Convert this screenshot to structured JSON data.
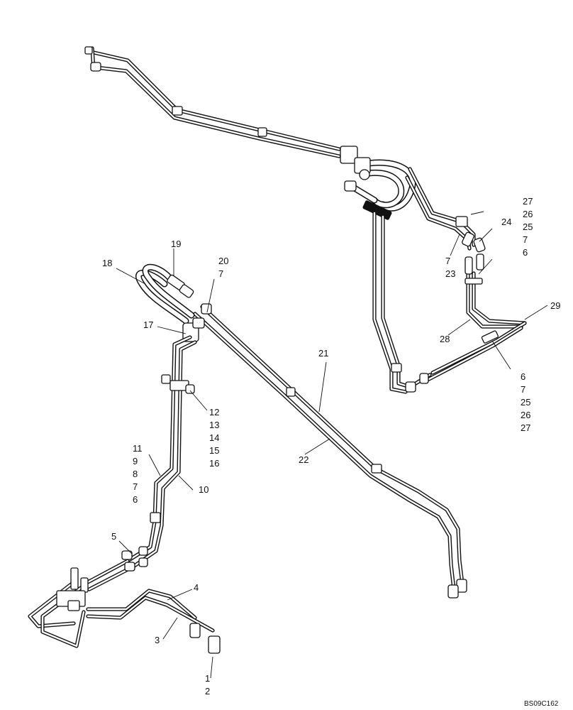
{
  "drawing_code": "BS09C162",
  "callouts": [
    {
      "id": "c1",
      "lines": [
        "27",
        "26",
        "25",
        "7",
        "6"
      ]
    },
    {
      "id": "c2",
      "lines": [
        "24"
      ]
    },
    {
      "id": "c3",
      "lines": [
        "7",
        "23"
      ]
    },
    {
      "id": "c4",
      "lines": [
        "29"
      ]
    },
    {
      "id": "c5",
      "lines": [
        "28"
      ]
    },
    {
      "id": "c6",
      "lines": [
        "6",
        "7",
        "25",
        "26",
        "27"
      ]
    },
    {
      "id": "c7",
      "lines": [
        "19"
      ]
    },
    {
      "id": "c8",
      "lines": [
        "18"
      ]
    },
    {
      "id": "c9",
      "lines": [
        "20",
        "7"
      ]
    },
    {
      "id": "c10",
      "lines": [
        "17"
      ]
    },
    {
      "id": "c11",
      "lines": [
        "21"
      ]
    },
    {
      "id": "c12",
      "lines": [
        "22"
      ]
    },
    {
      "id": "c13",
      "lines": [
        "12",
        "13",
        "14",
        "15",
        "16"
      ]
    },
    {
      "id": "c14",
      "lines": [
        "11",
        "9",
        "8",
        "7",
        "6"
      ]
    },
    {
      "id": "c15",
      "lines": [
        "10"
      ]
    },
    {
      "id": "c16",
      "lines": [
        "5"
      ]
    },
    {
      "id": "c17",
      "lines": [
        "4"
      ]
    },
    {
      "id": "c18",
      "lines": [
        "3"
      ]
    },
    {
      "id": "c19",
      "lines": [
        "1",
        "2"
      ]
    }
  ]
}
